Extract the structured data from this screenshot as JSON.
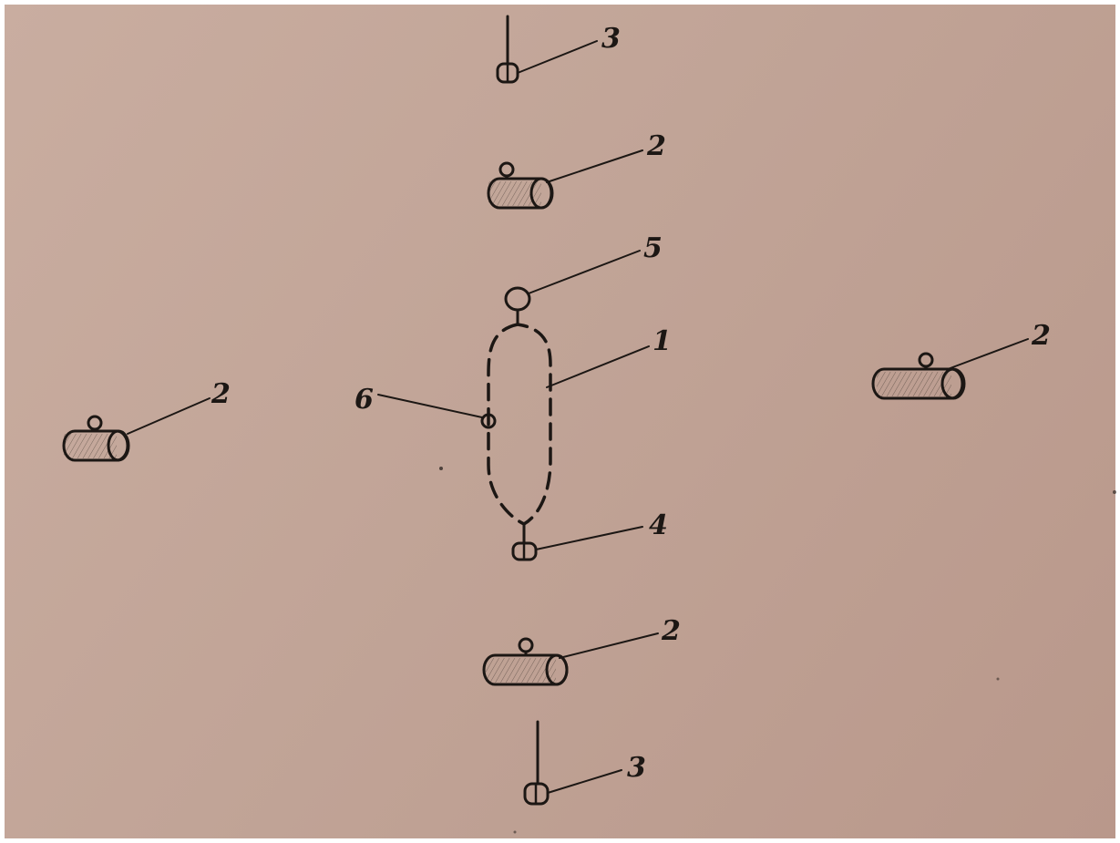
{
  "labels": {
    "label_1": "1",
    "label_2_top": "2",
    "label_2_left": "2",
    "label_2_right": "2",
    "label_2_bottom": "2",
    "label_3_top": "3",
    "label_3_bottom": "3",
    "label_4": "4",
    "label_5": "5",
    "label_6": "6"
  },
  "colors": {
    "paper": "#c4a79a",
    "ink": "#1c1714"
  }
}
